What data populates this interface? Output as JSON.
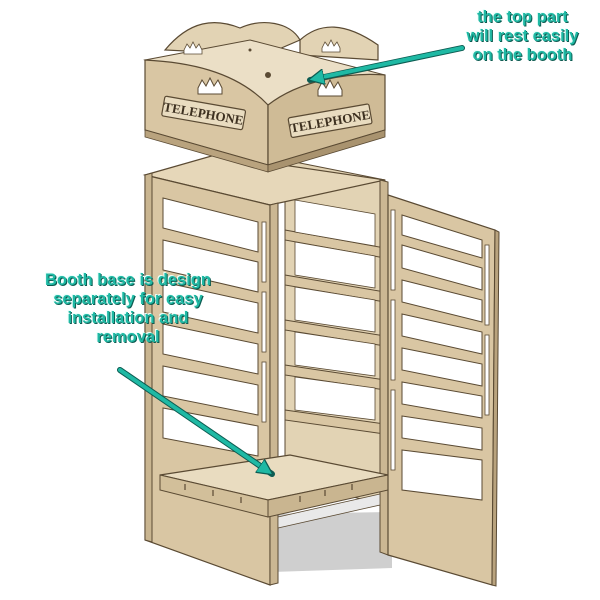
{
  "callouts": {
    "top_part": {
      "lines": [
        "the top part",
        "will rest easily",
        "on the booth"
      ]
    },
    "booth_base": {
      "lines": [
        "Booth base is design",
        "separately for easy",
        "installation and",
        "removal"
      ]
    }
  },
  "booth": {
    "sign_left": "TELEPHONE",
    "sign_right": "TELEPHONE"
  },
  "colors": {
    "wood": "#d9c6a3",
    "wood_dark": "#b9a37e",
    "edge": "#5a4a33",
    "annotation": "#1fb9a4",
    "annotation_shadow": "#0d5c52",
    "floor_shadow": "#cfcfcf"
  }
}
